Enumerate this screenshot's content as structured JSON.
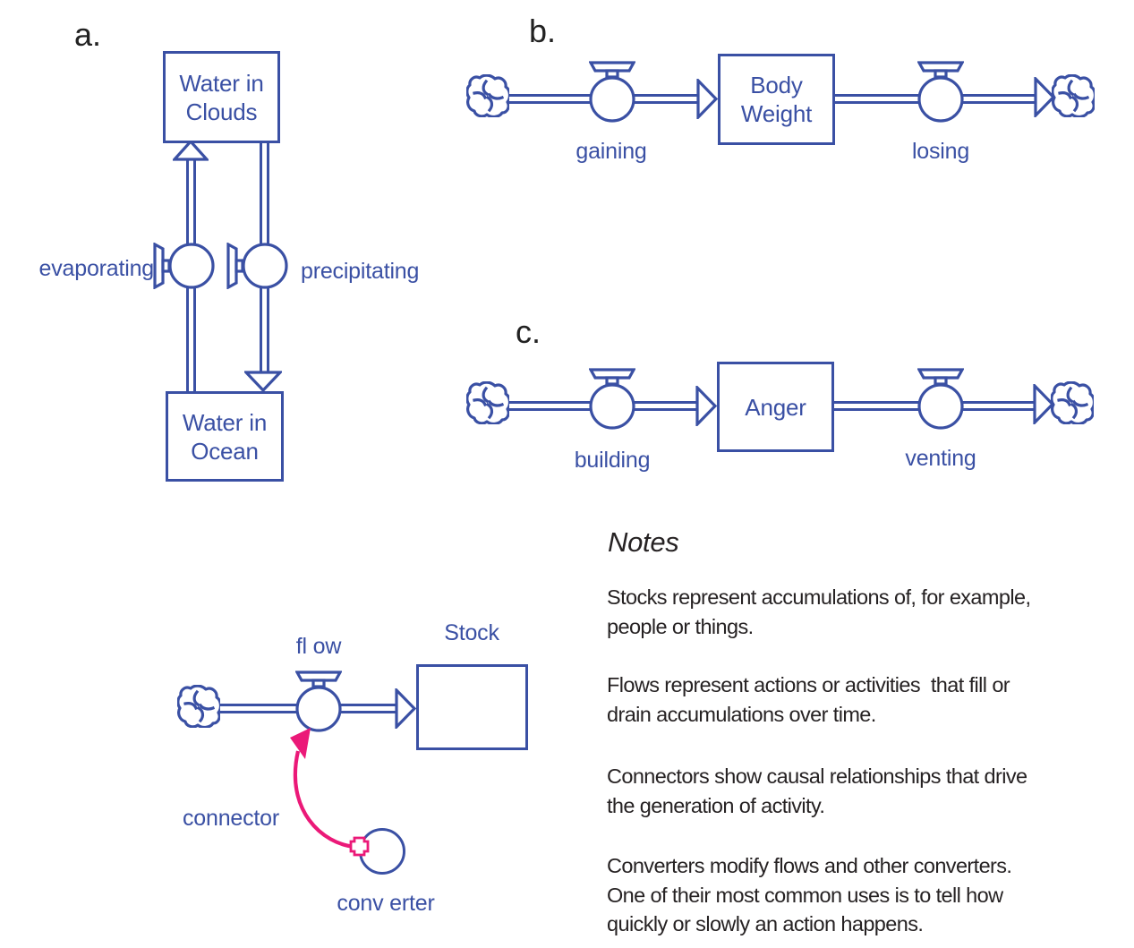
{
  "colors": {
    "blue": "#3A50A4",
    "pink": "#EB1978",
    "ink": "#262223"
  },
  "sections": {
    "a": {
      "label": "a.",
      "stock_top": {
        "line1": "Water in",
        "line2": "Clouds"
      },
      "stock_bottom": {
        "line1": "Water in",
        "line2": "Ocean"
      },
      "flow_in": "evaporating",
      "flow_out": "precipitating"
    },
    "b": {
      "label": "b.",
      "stock": {
        "line1": "Body",
        "line2": "Weight"
      },
      "flow_in": "gaining",
      "flow_out": "losing"
    },
    "c": {
      "label": "c.",
      "stock": {
        "line1": "Anger"
      },
      "flow_in": "building",
      "flow_out": "venting"
    }
  },
  "legend": {
    "flow": "fl ow",
    "stock": "Stock",
    "connector": "connector",
    "converter": "conv erter"
  },
  "notes": {
    "title": "Notes",
    "paragraphs": [
      [
        "Stocks represent accumulations of, for example,",
        "people or things."
      ],
      [
        "Flows represent actions or activities  that fill or",
        "drain accumulations over time."
      ],
      [
        "Connectors show causal relationships that drive",
        "the generation of activity."
      ],
      [
        "Converters modify flows and other converters.",
        "One of their most common uses is to tell how",
        "quickly or slowly an action happens."
      ]
    ]
  }
}
